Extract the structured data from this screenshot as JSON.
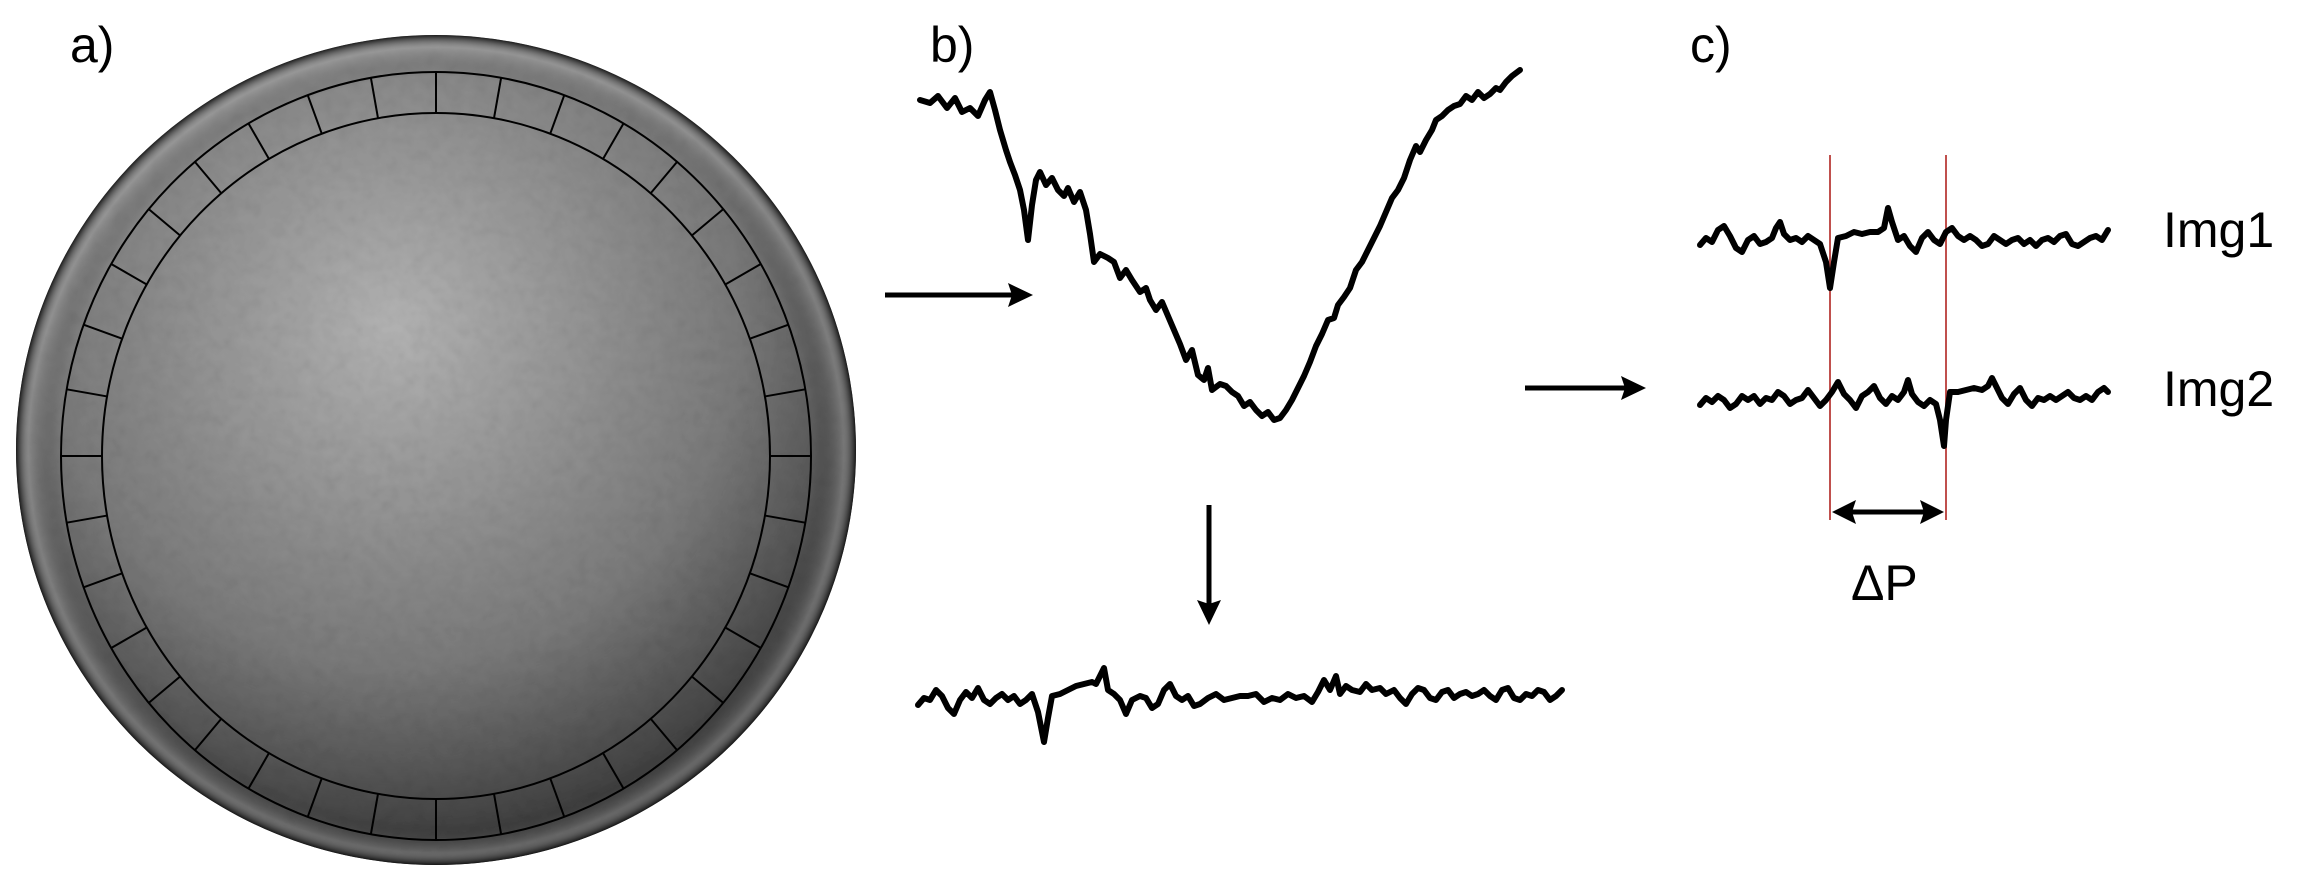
{
  "panels": {
    "a": {
      "label": "a)"
    },
    "b": {
      "label": "b)"
    },
    "c": {
      "label": "c)",
      "img1_label": "Img1",
      "img2_label": "Img2",
      "shift_label": "ΔP"
    }
  },
  "colors": {
    "trace": "#000000",
    "marker_line": "#c0504d",
    "disc_light": "#bdbdbd",
    "disc_dark": "#151515"
  },
  "ring": {
    "segments": 36
  }
}
